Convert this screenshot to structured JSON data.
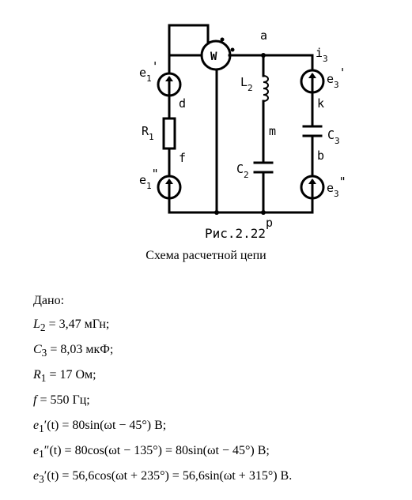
{
  "figure": {
    "number": "Рис.2.22",
    "caption": "Схема расчетной цепи",
    "labels": {
      "a": "a",
      "d": "d",
      "f": "f",
      "m": "m",
      "k": "k",
      "b": "b",
      "p": "p",
      "e1p": "e",
      "e1p_sub": "1",
      "e1p_mark": "'",
      "e1pp": "e",
      "e1pp_sub": "1",
      "e1pp_mark": "\"",
      "e3p": "e",
      "e3p_sub": "3",
      "e3p_mark": "'",
      "e3pp": "e",
      "e3pp_sub": "3",
      "e3pp_mark": "\"",
      "R1": "R",
      "R1_sub": "1",
      "L2": "L",
      "L2_sub": "2",
      "C2": "C",
      "C2_sub": "2",
      "C3": "C",
      "C3_sub": "3",
      "i3": "i",
      "i3_sub": "3",
      "W": "W"
    }
  },
  "given": {
    "title": "Дано:",
    "L2": {
      "sym": "L",
      "sub": "2",
      "value": " = 3,47 мГн;"
    },
    "C3": {
      "sym": "C",
      "sub": "3",
      "value": " = 8,03 мкФ;"
    },
    "R1": {
      "sym": "R",
      "sub": "1",
      "value": " = 17 Ом;"
    },
    "f": {
      "sym": "f",
      "value": " = 550 Гц;"
    },
    "e1p": {
      "sym": "e",
      "sub": "1",
      "expr": "′(t) = 80sin(ωt − 45°) В;"
    },
    "e1pp": {
      "sym": "e",
      "sub": "1",
      "expr": "″(t) = 80cos(ωt − 135°) = 80sin(ωt − 45°) В;"
    },
    "e3p": {
      "sym": "e",
      "sub": "3",
      "expr": "′(t) = 56,6cos(ωt + 235°) = 56,6sin(ωt + 315°) В."
    }
  }
}
